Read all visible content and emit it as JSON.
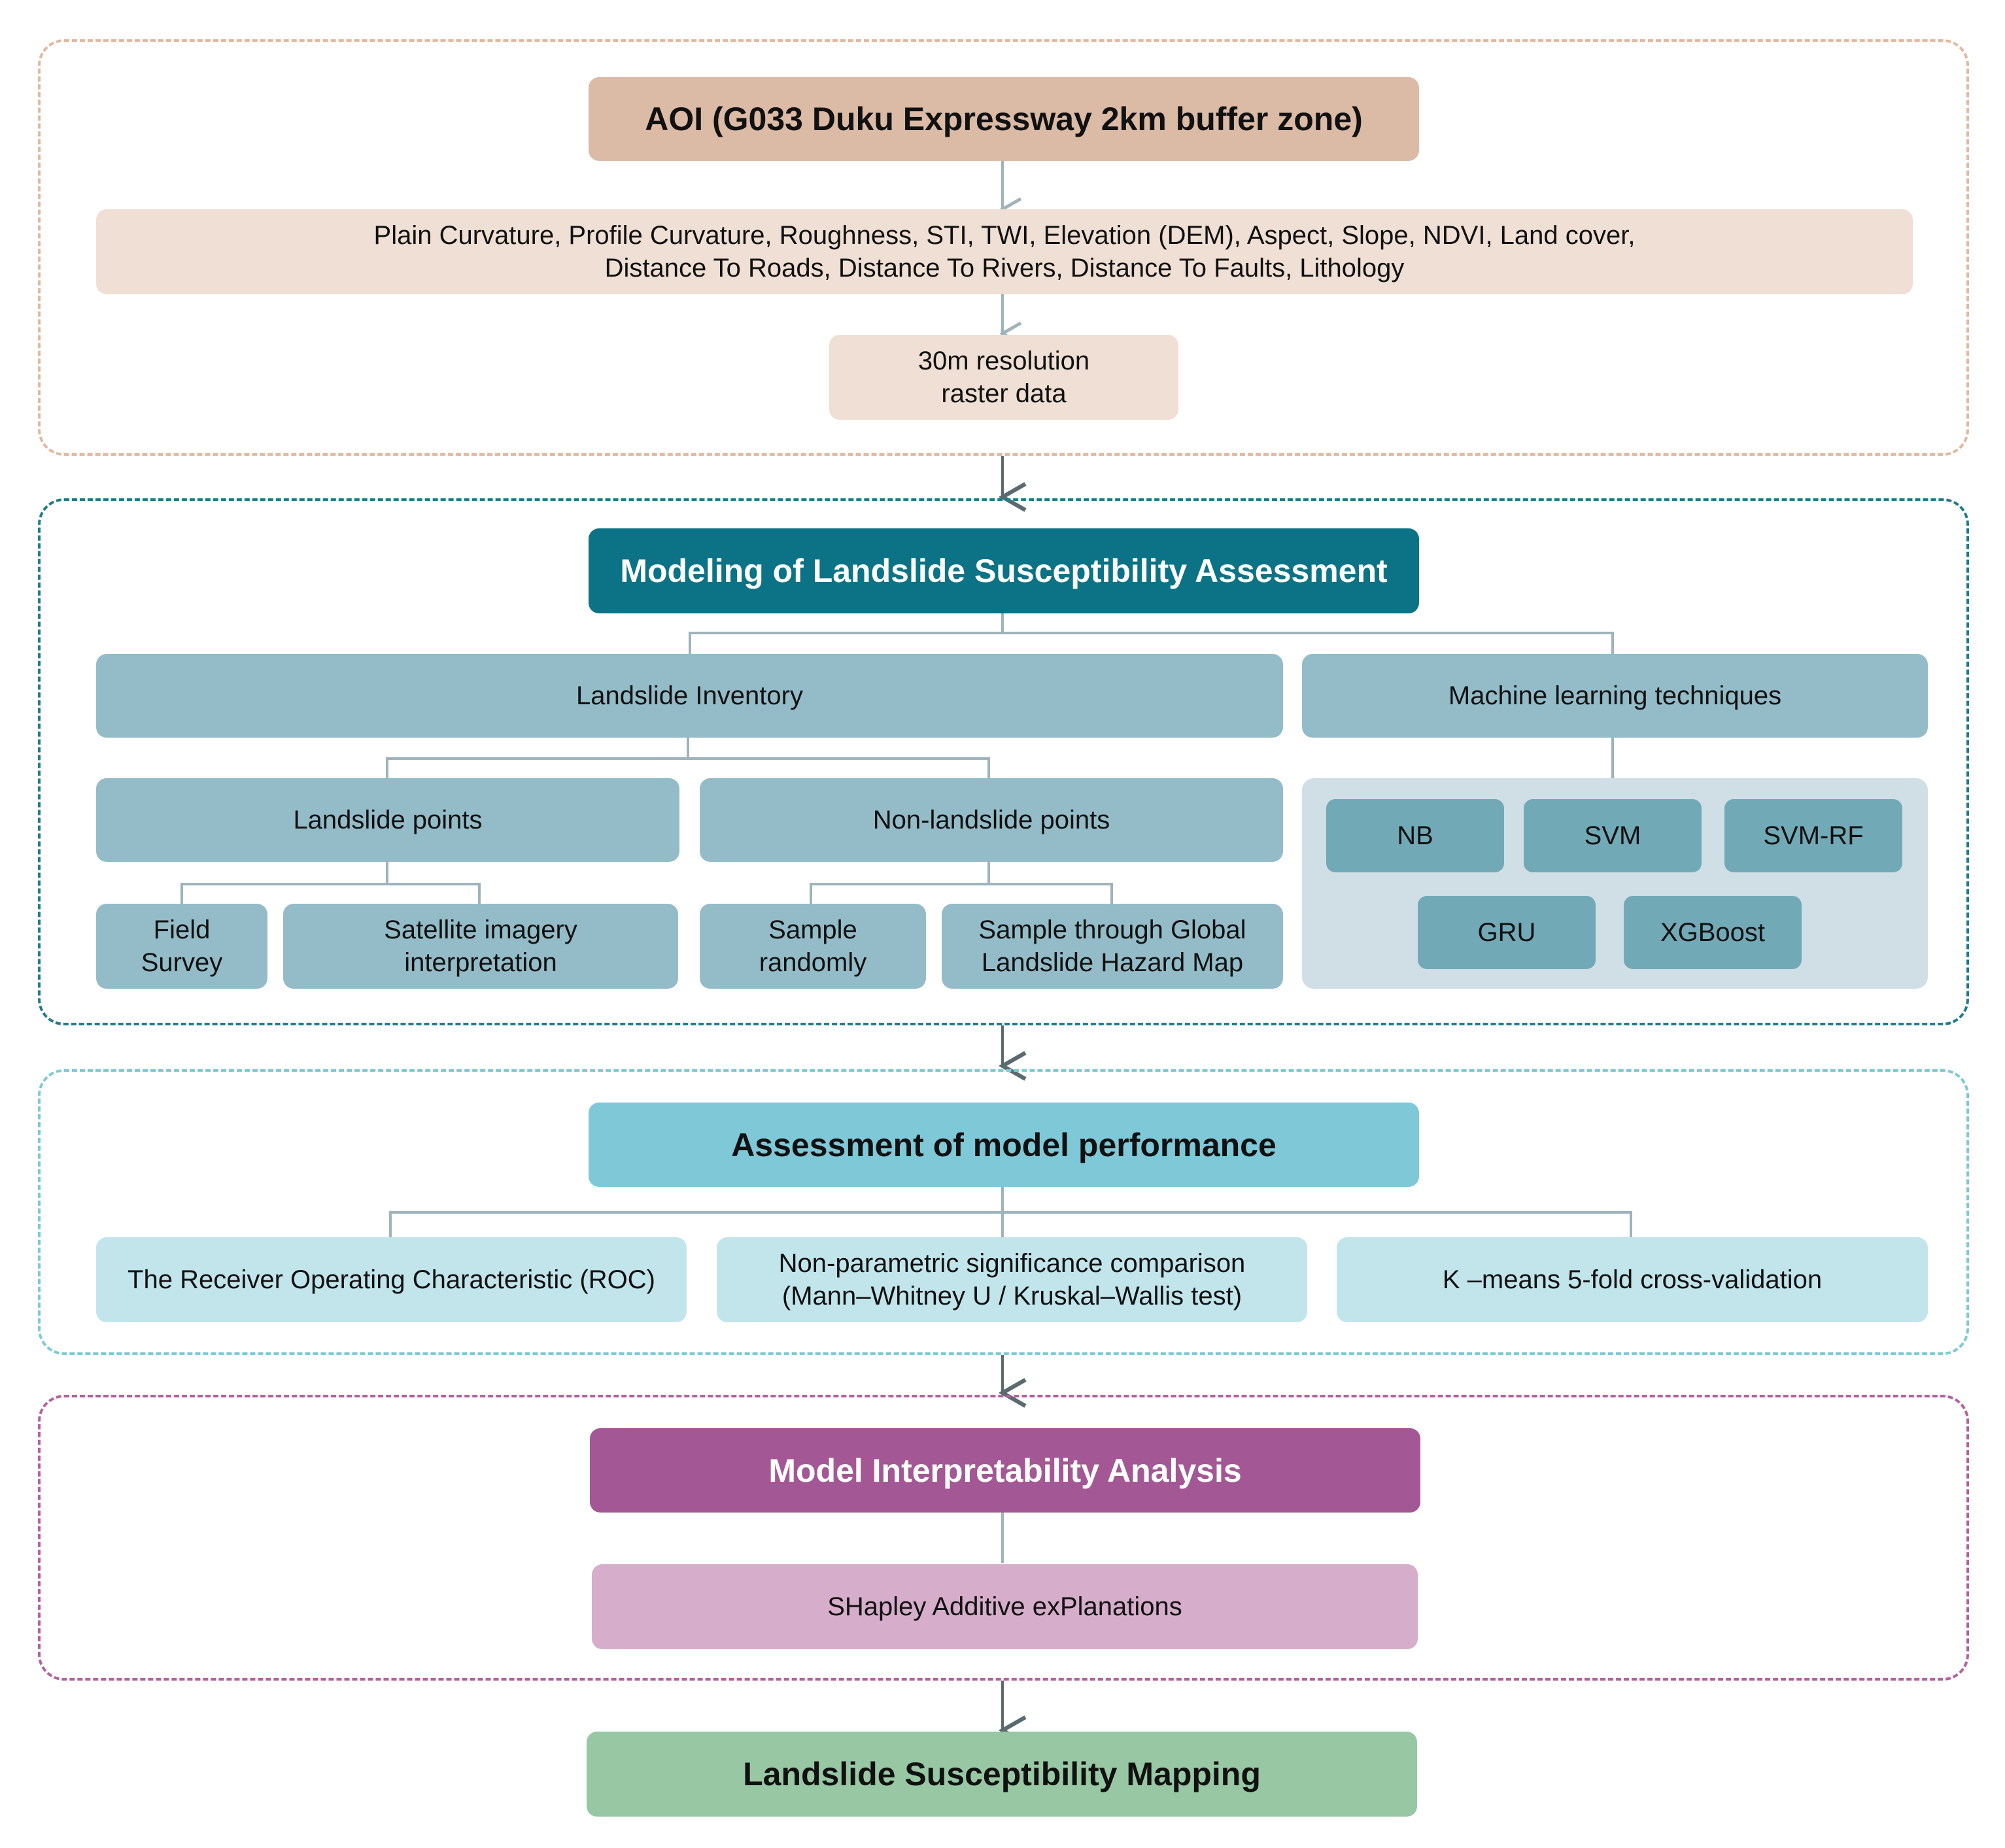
{
  "stage1": {
    "title": "AOI (G033 Duku Expressway 2km buffer zone)",
    "factors_line1": "Plain Curvature, Profile Curvature, Roughness, STI, TWI, Elevation (DEM), Aspect, Slope, NDVI, Land cover,",
    "factors_line2": "Distance To Roads, Distance To Rivers, Distance To Faults, Lithology",
    "raster_line1": "30m resolution",
    "raster_line2": "raster data",
    "colors": {
      "border": "#e3b89f",
      "title_fill": "#dbbaa6",
      "box_fill": "#efdfd4"
    }
  },
  "stage2": {
    "title": "Modeling of Landslide Susceptibility Assessment",
    "inventory": "Landslide Inventory",
    "ml": "Machine learning techniques",
    "landslide_points": "Landslide points",
    "non_landslide_points": "Non-landslide points",
    "field_line1": "Field",
    "field_line2": "Survey",
    "satellite_line1": "Satellite imagery",
    "satellite_line2": "interpretation",
    "random_line1": "Sample",
    "random_line2": "randomly",
    "global_line1": "Sample through Global",
    "global_line2": "Landslide Hazard Map",
    "models": [
      "NB",
      "SVM",
      "SVM-RF",
      "GRU",
      "XGBoost"
    ],
    "colors": {
      "border": "#1e7c8c",
      "title_fill": "#0b7385",
      "box_fill": "#94bcc8",
      "model_fill": "#72a9b7",
      "model_panel": "#cfdfe5"
    }
  },
  "stage3": {
    "title": "Assessment of model performance",
    "roc": "The Receiver Operating Characteristic (ROC)",
    "nonparam_line1": "Non-parametric significance comparison",
    "nonparam_line2": "(Mann–Whitney U / Kruskal–Wallis test)",
    "kmeans": "K –means 5-fold cross-validation",
    "colors": {
      "border": "#7ccad6",
      "title_fill": "#7fc8d8",
      "box_fill": "#c2e5ec"
    }
  },
  "stage4": {
    "title": "Model Interpretability Analysis",
    "shap": "SHapley Additive exPlanations",
    "colors": {
      "border": "#b5609e",
      "title_fill": "#a35895",
      "box_fill": "#d6aecb"
    }
  },
  "stage5": {
    "title": "Landslide Susceptibility Mapping",
    "colors": {
      "fill": "#98c7a3"
    }
  }
}
